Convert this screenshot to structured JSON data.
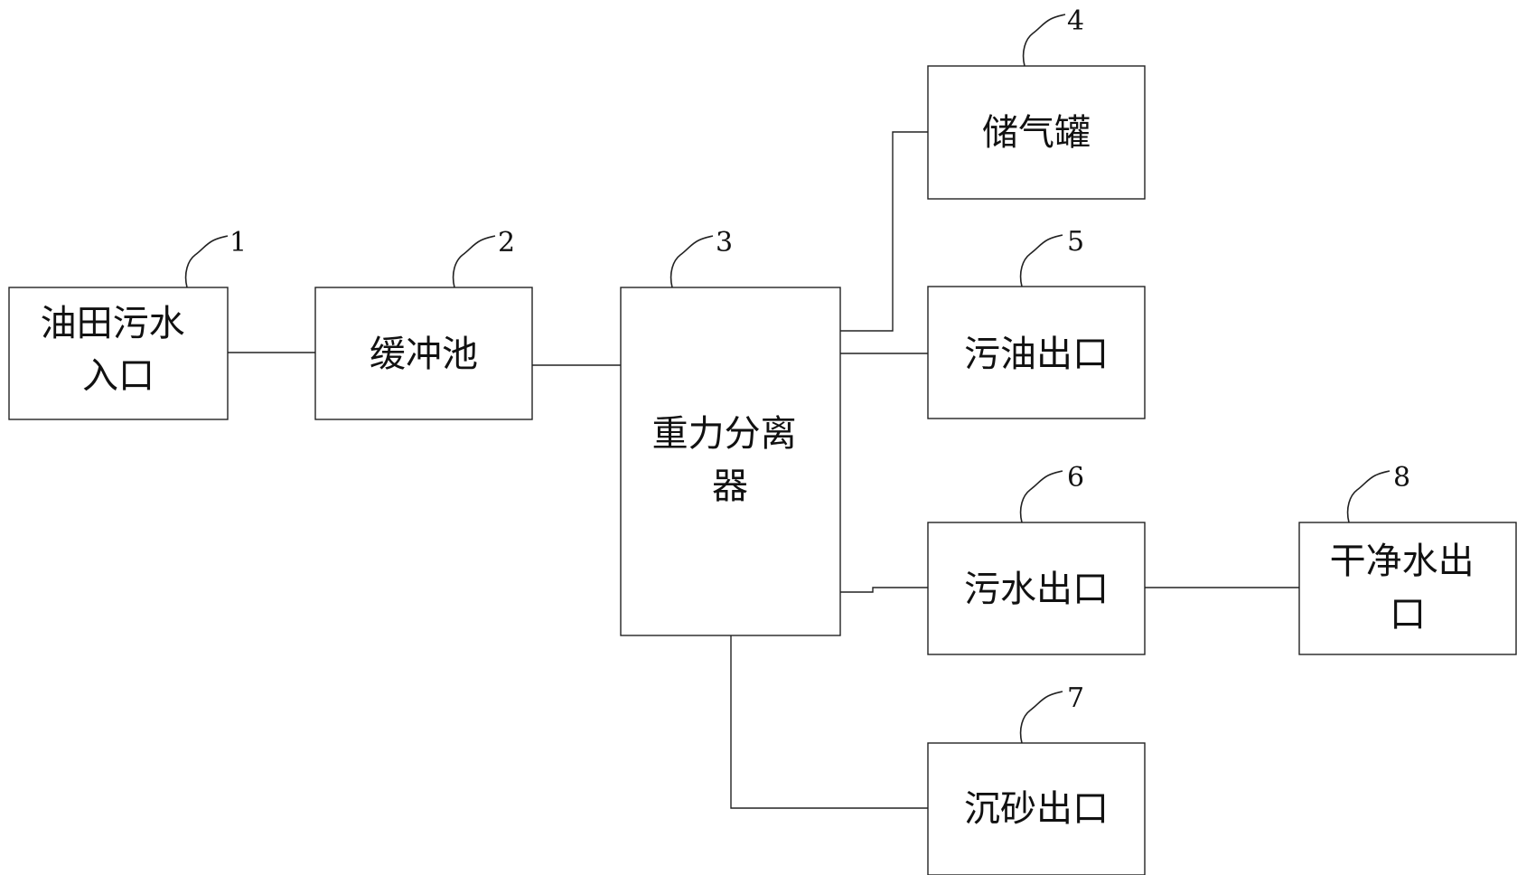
{
  "nodes": {
    "n1": {
      "ref": "1",
      "lines": [
        "油田污水",
        "入口"
      ]
    },
    "n2": {
      "ref": "2",
      "lines": [
        "缓冲池"
      ]
    },
    "n3": {
      "ref": "3",
      "lines": [
        "重力分离",
        "器"
      ]
    },
    "n4": {
      "ref": "4",
      "lines": [
        "储气罐"
      ]
    },
    "n5": {
      "ref": "5",
      "lines": [
        "污油出口"
      ]
    },
    "n6": {
      "ref": "6",
      "lines": [
        "污水出口"
      ]
    },
    "n7": {
      "ref": "7",
      "lines": [
        "沉砂出口"
      ]
    },
    "n8": {
      "ref": "8",
      "lines": [
        "干净水出",
        "口"
      ]
    }
  }
}
